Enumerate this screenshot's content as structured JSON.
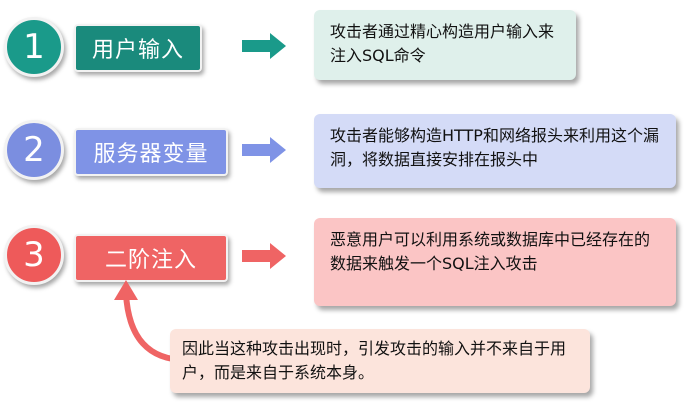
{
  "steps": [
    {
      "number": "1",
      "label": "用户输入",
      "description": "攻击者通过精心构造用户输入来注入SQL命令",
      "circle_color": "#1a9a8a",
      "label_color": "#1a8a7c",
      "arrow_color": "#1a9a8a",
      "box_color": "#dff0eb"
    },
    {
      "number": "2",
      "label": "服务器变量",
      "description": "攻击者能够构造HTTP和网络报头来利用这个漏洞，将数据直接安排在报头中",
      "circle_color": "#7b8ee0",
      "label_color": "#7f93e6",
      "arrow_color": "#7f93e6",
      "box_color": "#d4dbf7"
    },
    {
      "number": "3",
      "label": "二阶注入",
      "description": "恶意用户可以利用系统或数据库中已经存在的数据来触发一个SQL注入攻击",
      "circle_color": "#ee5a5a",
      "label_color": "#ef6464",
      "arrow_color": "#ef6464",
      "box_color": "#fbc5c5"
    }
  ],
  "note": {
    "text": "因此当这种攻击出现时，引发攻击的输入并不来自于用户，而是来自于系统本身。",
    "color": "#fce4dc",
    "arrow_color": "#ef6464"
  }
}
